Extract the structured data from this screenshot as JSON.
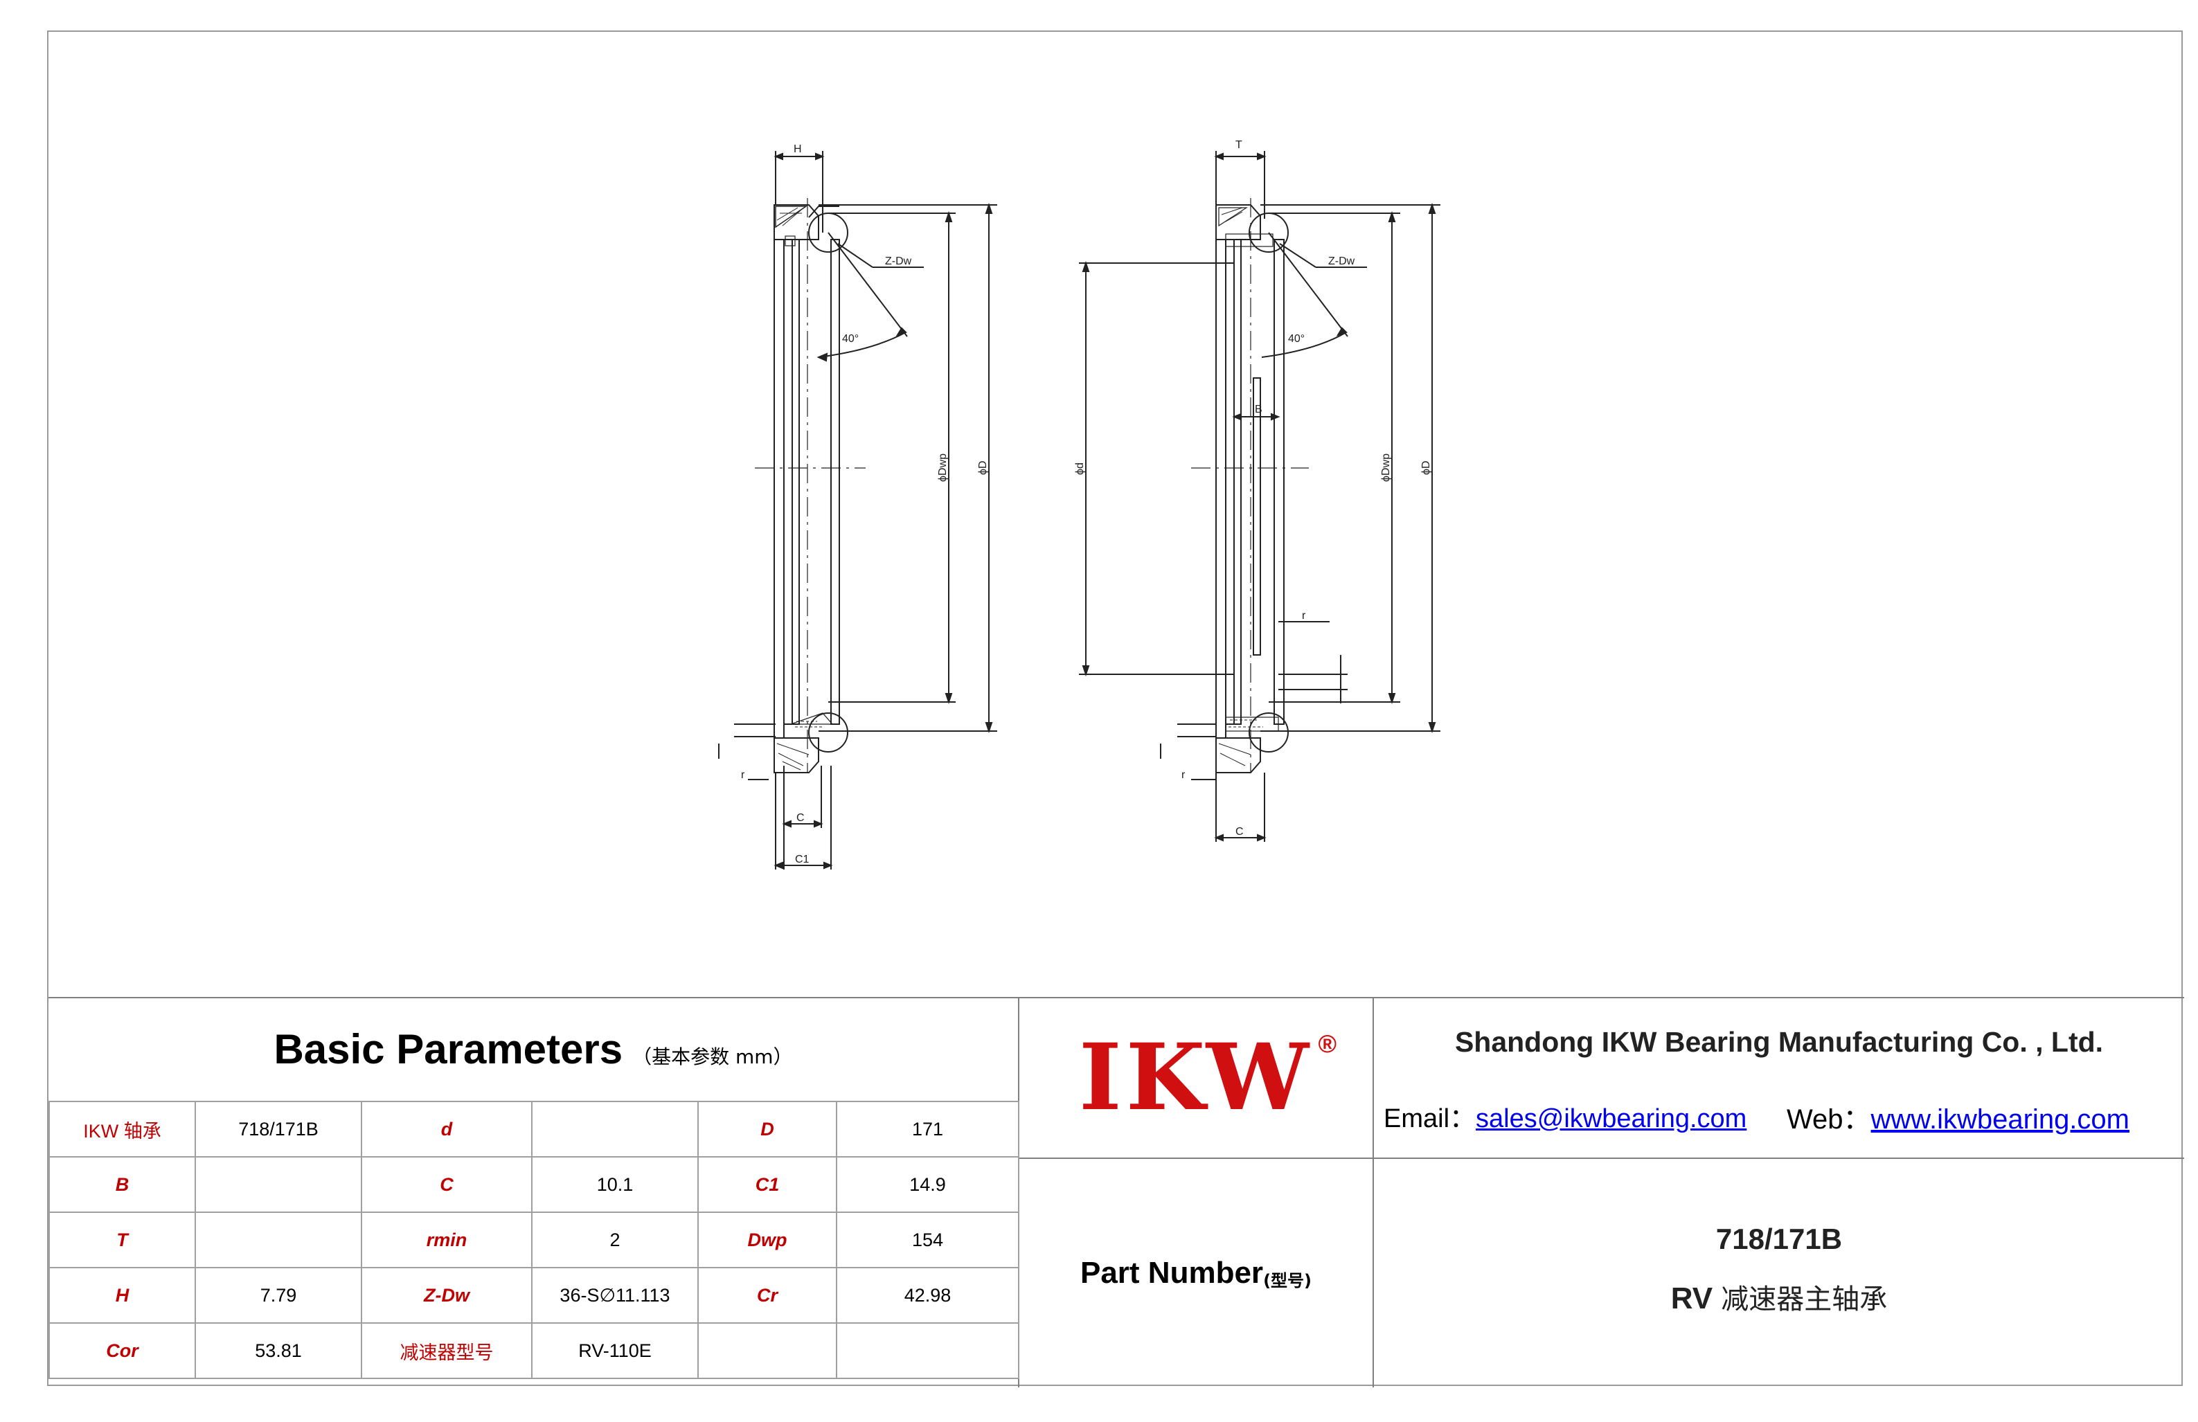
{
  "drawing": {
    "labels": {
      "h": "H",
      "t": "T",
      "z_dw": "Z-Dw",
      "angle": "40°",
      "dia_dwp": "ϕDwp",
      "dia_D": "ϕD",
      "dia_d": "ϕd",
      "b": "B",
      "r": "r",
      "c": "C",
      "c1": "C1"
    }
  },
  "basic_parameters": {
    "title": "Basic Parameters",
    "subtitle": "（基本参数 mm）",
    "rows": [
      [
        {
          "text": "IKW 轴承",
          "type": "label-plain"
        },
        {
          "text": "718/171B",
          "type": "value"
        },
        {
          "text": "d",
          "type": "label"
        },
        {
          "text": "",
          "type": "value"
        },
        {
          "text": "D",
          "type": "label"
        },
        {
          "text": "171",
          "type": "value"
        }
      ],
      [
        {
          "text": "B",
          "type": "label"
        },
        {
          "text": "",
          "type": "value"
        },
        {
          "text": "C",
          "type": "label"
        },
        {
          "text": "10.1",
          "type": "value"
        },
        {
          "text": "C1",
          "type": "label"
        },
        {
          "text": "14.9",
          "type": "value"
        }
      ],
      [
        {
          "text": "T",
          "type": "label"
        },
        {
          "text": "",
          "type": "value"
        },
        {
          "text": "rmin",
          "type": "label"
        },
        {
          "text": "2",
          "type": "value"
        },
        {
          "text": "Dwp",
          "type": "label"
        },
        {
          "text": "154",
          "type": "value"
        }
      ],
      [
        {
          "text": "H",
          "type": "label"
        },
        {
          "text": "7.79",
          "type": "value"
        },
        {
          "text": "Z-Dw",
          "type": "label"
        },
        {
          "text": "36-S∅11.113",
          "type": "value"
        },
        {
          "text": "Cr",
          "type": "label"
        },
        {
          "text": "42.98",
          "type": "value"
        }
      ],
      [
        {
          "text": "Cor",
          "type": "label"
        },
        {
          "text": "53.81",
          "type": "value"
        },
        {
          "text": "减速器型号",
          "type": "label-plain"
        },
        {
          "text": "RV-110E",
          "type": "value"
        },
        {
          "text": "",
          "type": "value"
        },
        {
          "text": "",
          "type": "value"
        }
      ]
    ]
  },
  "logo": {
    "text": "IKW",
    "reg": "®",
    "color": "#d01010"
  },
  "part_number": {
    "label": "Part Number",
    "label_sub": "(型号)"
  },
  "company": {
    "name": "Shandong IKW Bearing Manufacturing Co. , Ltd.",
    "email_label": "Email：",
    "email": "sales@ikwbearing.com",
    "web_label": "Web：",
    "web": "www.ikwbearing.com"
  },
  "part": {
    "number": "718/171B",
    "desc_prefix": "RV",
    "desc_cn": "减速器主轴承"
  }
}
